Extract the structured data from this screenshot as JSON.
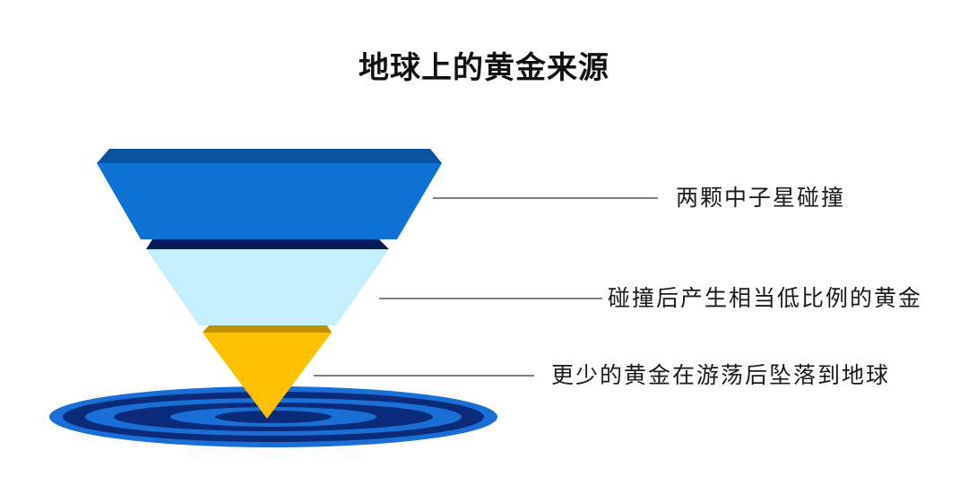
{
  "title": "地球上的黄金来源",
  "labels": [
    "两颗中子星碰撞",
    "碰撞后产生相当低比例的黄金",
    "更少的黄金在游荡后坠落到地球"
  ],
  "colors": {
    "top_cap": "#0a53a0",
    "top_band": "#0e72d4",
    "mid_cap": "#061a57",
    "mid_band": "#c6effd",
    "gold_cap": "#bf9000",
    "gold_band": "#ffc000",
    "ring_light": "#1a6fd6",
    "ring_dark": "#0a2a7a",
    "leader_line": "#808080"
  }
}
